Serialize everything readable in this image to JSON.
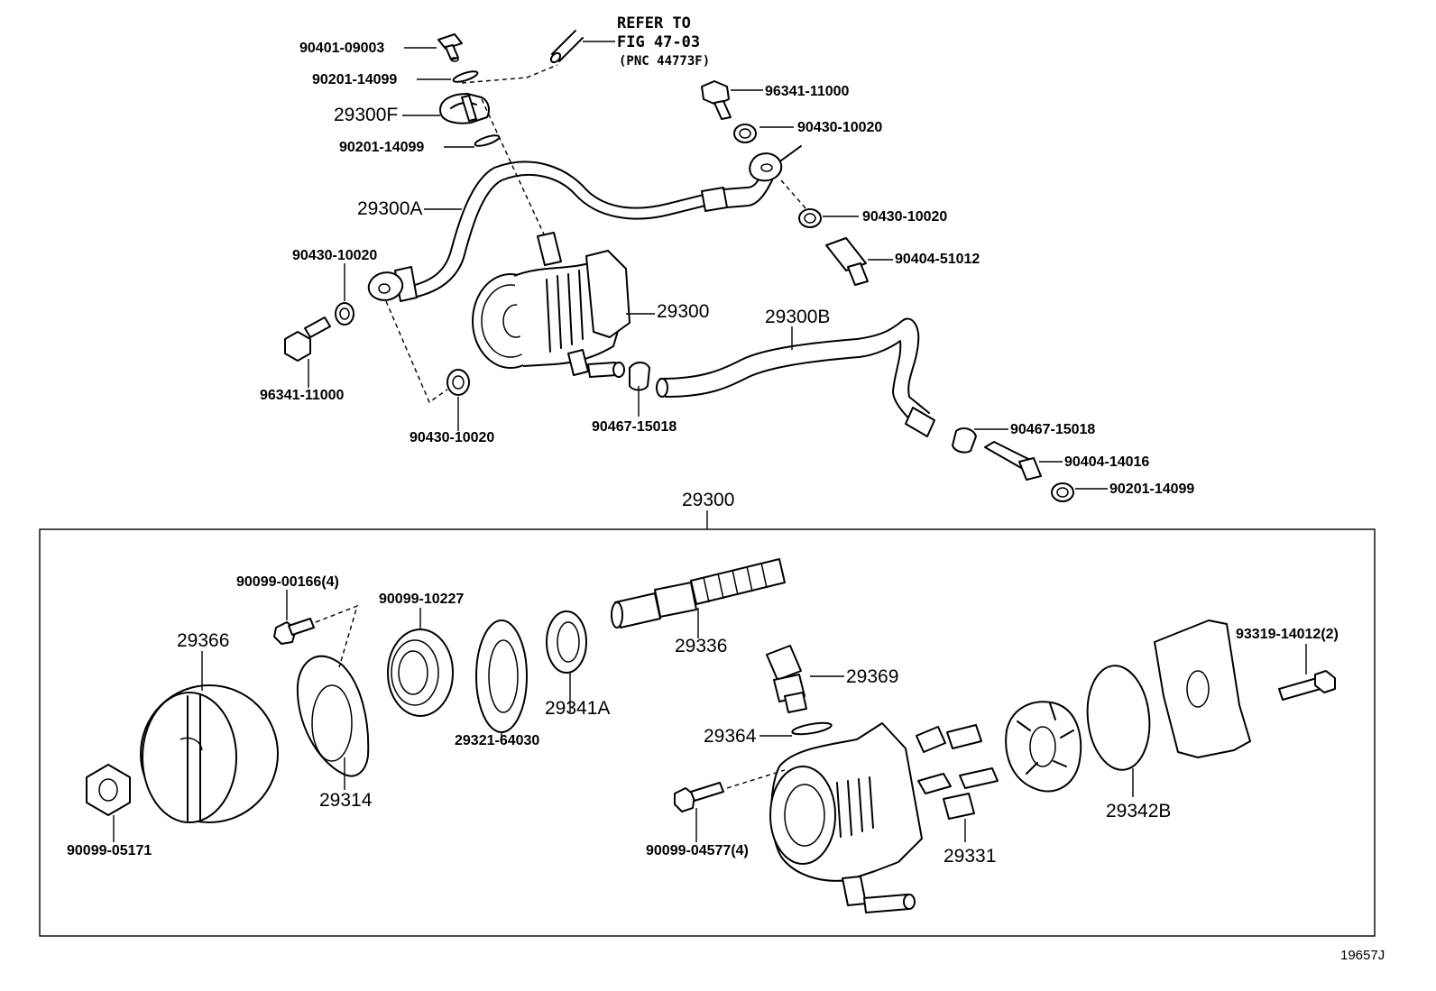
{
  "diagram": {
    "labels": {
      "refer1": "REFER TO",
      "refer2": "FIG 47-03",
      "refer3": "(PNC 44773F)",
      "l_90401_09003": "90401-09003",
      "l_90201_14099_a": "90201-14099",
      "l_29300F": "29300F",
      "l_90201_14099_b": "90201-14099",
      "l_29300A": "29300A",
      "l_90430_10020_a": "90430-10020",
      "l_96341_11000_a": "96341-11000",
      "l_90430_10020_b": "90430-10020",
      "l_29300": "29300",
      "l_90467_15018_a": "90467-15018",
      "l_96341_11000_b": "96341-11000",
      "l_90430_10020_c": "90430-10020",
      "l_90430_10020_d": "90430-10020",
      "l_90404_51012": "90404-51012",
      "l_29300B": "29300B",
      "l_90467_15018_b": "90467-15018",
      "l_90404_14016": "90404-14016",
      "l_90201_14099_c": "90201-14099",
      "l_29300_box": "29300",
      "l_90099_00166": "90099-00166(4)",
      "l_29366": "29366",
      "l_90099_05171": "90099-05171",
      "l_29314": "29314",
      "l_90099_10227": "90099-10227",
      "l_29321_64030": "29321-64030",
      "l_29341A": "29341A",
      "l_29336": "29336",
      "l_29369": "29369",
      "l_29364": "29364",
      "l_90099_04577": "90099-04577(4)",
      "l_29331": "29331",
      "l_29342B": "29342B",
      "l_93319_14012": "93319-14012(2)",
      "l_figcode": "19657J"
    }
  }
}
